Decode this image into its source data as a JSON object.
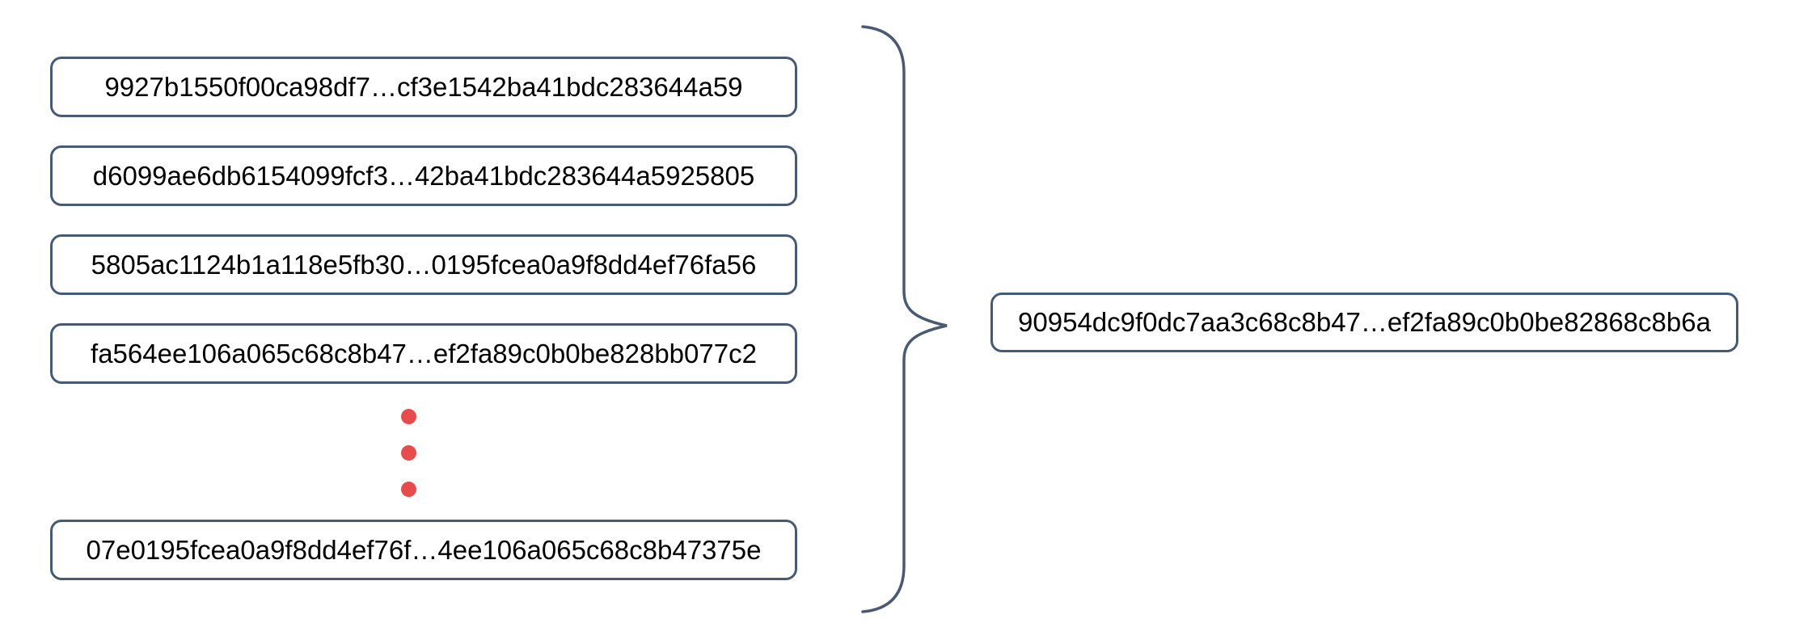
{
  "diagram": {
    "description": "Many hash values combined into a single hash value",
    "input_hashes": [
      {
        "label": "9927b1550f00ca98df7…cf3e1542ba41bdc283644a59"
      },
      {
        "label": "d6099ae6db6154099fcf3…42ba41bdc283644a5925805"
      },
      {
        "label": "5805ac1124b1a118e5fb30…0195fcea0a9f8dd4ef76fa56"
      },
      {
        "label": "fa564ee106a065c68c8b47…ef2fa89c0b0be828bb077c2"
      },
      {
        "label": "07e0195fcea0a9f8dd4ef76f…4ee106a065c68c8b47375e"
      }
    ],
    "ellipsis_dot_count": 3,
    "output_hash": {
      "label": "90954dc9f0dc7aa3c68c8b47…ef2fa89c0b0be82868c8b6a"
    },
    "colors": {
      "box_border": "#475A74",
      "brace_stroke": "#4A5A72",
      "dot_red": "#E64C4C",
      "text": "#000000",
      "background": "#FFFFFF"
    }
  }
}
